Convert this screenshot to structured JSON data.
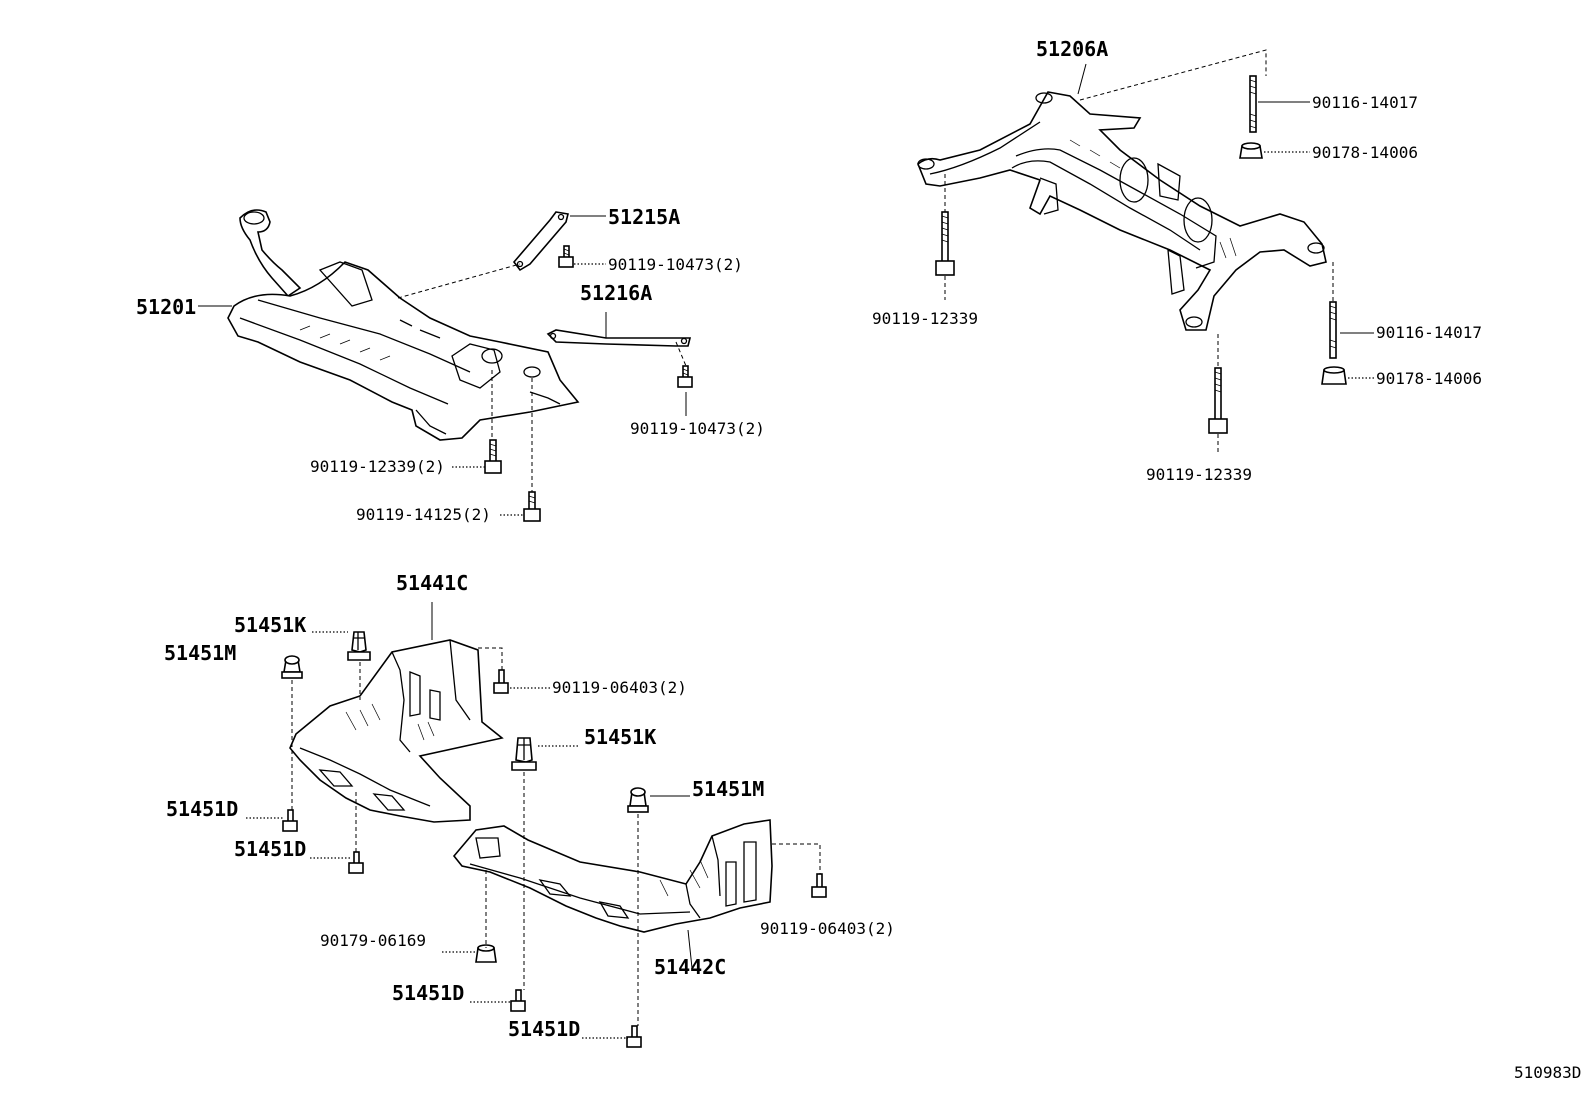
{
  "labels": {
    "front_crossmember": "51201",
    "brace_51215A": "51215A",
    "bolt_front_brace_1": "90119-10473(2)",
    "brace_51216A": "51216A",
    "bolt_front_brace_2": "90119-10473(2)",
    "bolt_front_12339": "90119-12339(2)",
    "bolt_front_14125": "90119-14125(2)",
    "rear_crossmember": "51206A",
    "stud_rear_1": "90116-14017",
    "nut_rear_1": "90178-14006",
    "bolt_rear_left": "90119-12339",
    "stud_rear_2": "90116-14017",
    "nut_rear_2": "90178-14006",
    "bolt_rear_right": "90119-12339",
    "cover_51441C": "51441C",
    "clip_51451K_1": "51451K",
    "clip_51451M_1": "51451M",
    "bolt_cover_1": "90119-06403(2)",
    "clip_51451K_2": "51451K",
    "clip_51451D_1": "51451D",
    "clip_51451D_2": "51451D",
    "clip_51451M_2": "51451M",
    "bolt_cover_2": "90119-06403(2)",
    "nut_90179": "90179-06169",
    "clip_51451D_3": "51451D",
    "cover_51442C": "51442C",
    "clip_51451D_4": "51451D",
    "diagram_id": "510983D"
  }
}
